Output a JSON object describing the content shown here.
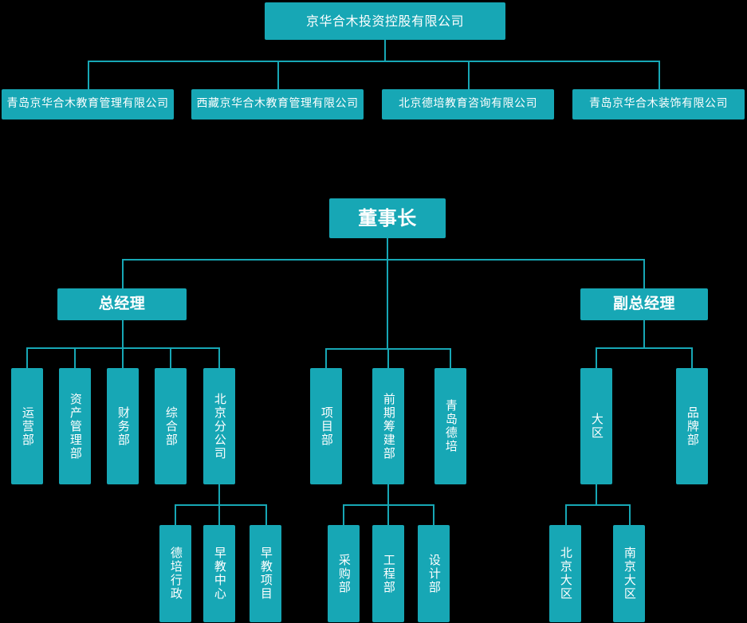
{
  "diagram": {
    "type": "organization-chart",
    "accent_color": "#17a7b5",
    "background_color": "#000000",
    "text_color": "#ffffff",
    "top_chart": {
      "root": "京华合木投资控股有限公司",
      "children": [
        "青岛京华合木教育管理有限公司",
        "西藏京华合木教育管理有限公司",
        "北京德培教育咨询有限公司",
        "青岛京华合木装饰有限公司"
      ]
    },
    "org_chart": {
      "root": "董事长",
      "branches": [
        {
          "head": "总经理",
          "departments": [
            {
              "label": "运营部",
              "children": []
            },
            {
              "label": "资产管理部",
              "children": []
            },
            {
              "label": "财务部",
              "children": []
            },
            {
              "label": "综合部",
              "children": []
            },
            {
              "label": "北京分公司",
              "children": [
                "德培行政",
                "早教中心",
                "早教项目"
              ]
            }
          ]
        },
        {
          "head": "",
          "departments": [
            {
              "label": "项目部",
              "children": []
            },
            {
              "label": "前期筹建部",
              "children": [
                "采购部",
                "工程部",
                "设计部"
              ]
            },
            {
              "label": "青岛德培",
              "children": []
            }
          ]
        },
        {
          "head": "副总经理",
          "departments": [
            {
              "label": "大区",
              "children": [
                "北京大区",
                "南京大区"
              ]
            },
            {
              "label": "品牌部",
              "children": []
            }
          ]
        }
      ]
    }
  }
}
